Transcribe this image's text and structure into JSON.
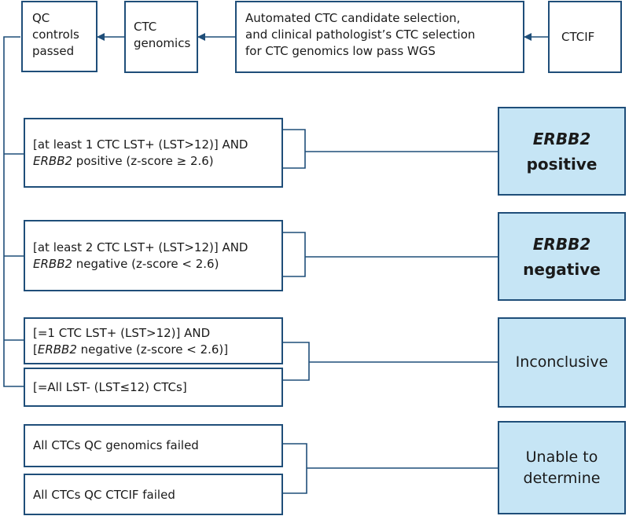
{
  "top_row": {
    "qc_controls": [
      "QC",
      "controls",
      "passed"
    ],
    "ctc_genomics": [
      "CTC",
      "genomics"
    ],
    "selection": [
      "Automated CTC candidate selection,",
      "and clinical pathologist’s CTC selection",
      "for CTC genomics low pass WGS"
    ],
    "ctcif": "CTCIF"
  },
  "criteria": {
    "positive": {
      "line1": "[at least 1 CTC LST+ (LST>12)] AND",
      "line2_gene": "ERBB2",
      "line2_rest": " positive (z-score ≥ 2.6)"
    },
    "negative": {
      "line1": "[at least 2 CTC LST+ (LST>12)] AND",
      "line2_gene": "ERBB2",
      "line2_rest": " negative (z-score < 2.6)"
    },
    "inconclusive_one": {
      "line1": "[=1 CTC LST+ (LST>12)] AND",
      "line2_pre": "[",
      "line2_gene": "ERBB2",
      "line2_rest": " negative (z-score < 2.6)]"
    },
    "inconclusive_all": "[=All LST- (LST≤12) CTCs]",
    "failed_genomics": "All CTCs QC genomics failed",
    "failed_ctcif": "All CTCs QC CTCIF failed"
  },
  "results": {
    "positive": {
      "gene": "ERBB2",
      "label": "positive"
    },
    "negative": {
      "gene": "ERBB2",
      "label": "negative"
    },
    "inconclusive": "Inconclusive",
    "unable": [
      "Unable to",
      "determine"
    ]
  },
  "colors": {
    "border": "#1f4e79",
    "result_fill": "#c6e5f5",
    "connector": "#1f4e79"
  }
}
